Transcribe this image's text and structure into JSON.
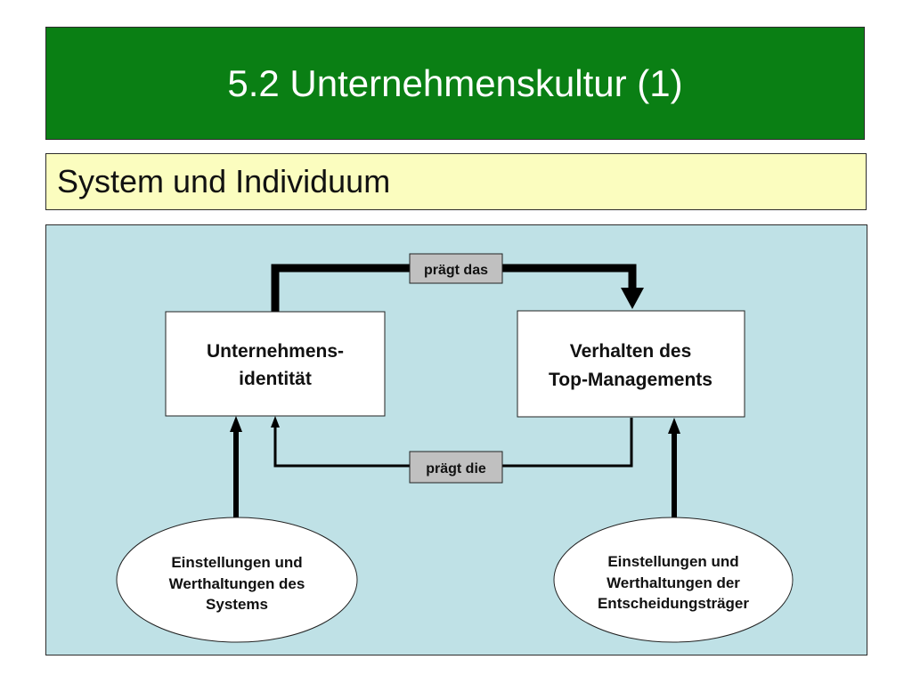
{
  "header": {
    "title": "5.2 Unternehmenskultur (1)"
  },
  "subheader": {
    "text": "System und Individuum"
  },
  "diagram": {
    "nodes": {
      "identity": [
        "Unternehmens-",
        "identität"
      ],
      "management": [
        "Verhalten des",
        "Top-Managements"
      ],
      "system_values": [
        "Einstellungen und",
        "Werthaltungen des",
        "Systems"
      ],
      "decision_values": [
        "Einstellungen und",
        "Werthaltungen der",
        "Entscheidungsträger"
      ]
    },
    "edge_labels": {
      "top": "prägt das",
      "bottom": "prägt die"
    }
  },
  "colors": {
    "title_background": "#0a7f14",
    "subtitle_background": "#fbfdbf",
    "panel_background": "#bfe1e6",
    "label_background": "#c0c0c0"
  }
}
